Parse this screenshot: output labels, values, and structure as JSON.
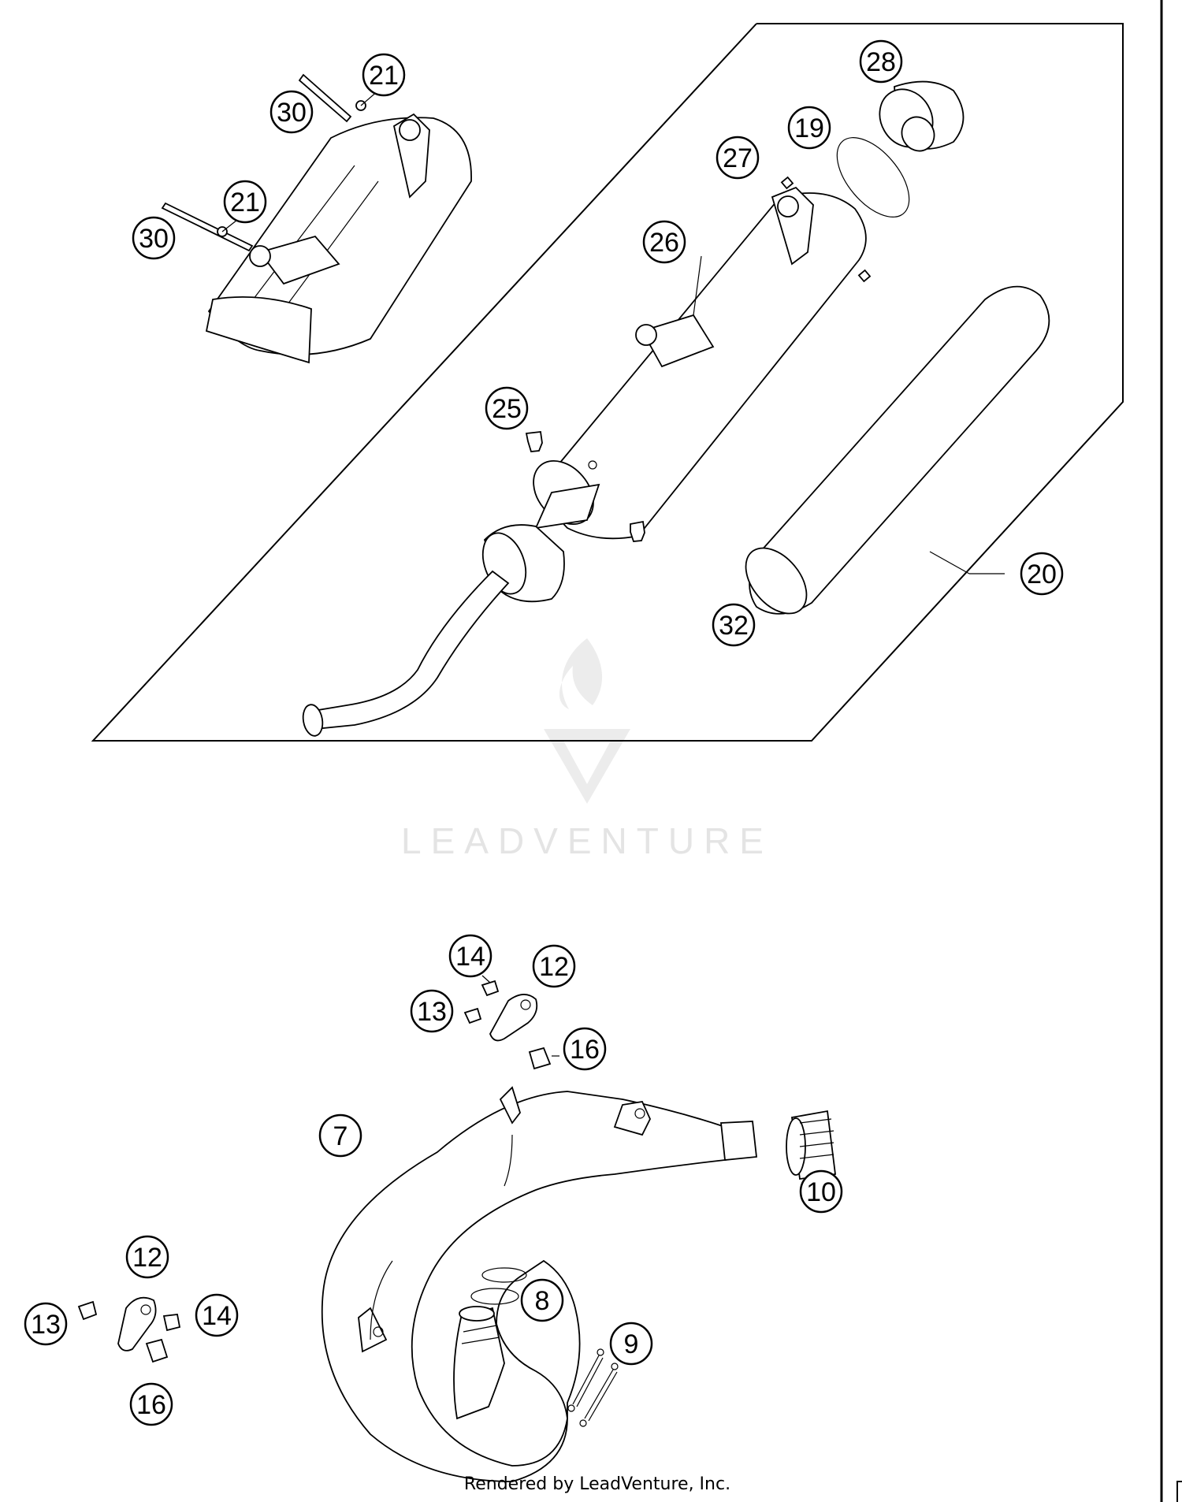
{
  "watermark": {
    "brand": "LEADVENTURE"
  },
  "footer": {
    "credit": "Rendered by LeadVenture, Inc."
  },
  "callouts": [
    {
      "id": "c21a",
      "label": "21"
    },
    {
      "id": "c30a",
      "label": "30"
    },
    {
      "id": "c21b",
      "label": "21"
    },
    {
      "id": "c30b",
      "label": "30"
    },
    {
      "id": "c28",
      "label": "28"
    },
    {
      "id": "c19",
      "label": "19"
    },
    {
      "id": "c27",
      "label": "27"
    },
    {
      "id": "c26",
      "label": "26"
    },
    {
      "id": "c25",
      "label": "25"
    },
    {
      "id": "c20",
      "label": "20"
    },
    {
      "id": "c32",
      "label": "32"
    },
    {
      "id": "c14a",
      "label": "14"
    },
    {
      "id": "c12a",
      "label": "12"
    },
    {
      "id": "c13a",
      "label": "13"
    },
    {
      "id": "c16a",
      "label": "16"
    },
    {
      "id": "c7",
      "label": "7"
    },
    {
      "id": "c10",
      "label": "10"
    },
    {
      "id": "c12b",
      "label": "12"
    },
    {
      "id": "c13b",
      "label": "13"
    },
    {
      "id": "c14b",
      "label": "14"
    },
    {
      "id": "c8",
      "label": "8"
    },
    {
      "id": "c9",
      "label": "9"
    },
    {
      "id": "c16b",
      "label": "16"
    }
  ]
}
